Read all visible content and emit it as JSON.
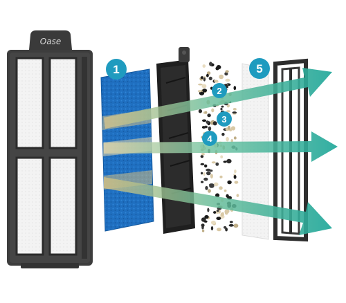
{
  "brand": {
    "logo_text": "Oase",
    "logo_color": "#3a3a3a"
  },
  "colors": {
    "frame": "#3d3d3d",
    "frame_dark": "#2b2b2b",
    "filter_pad": "#f1f1f1",
    "sponge": "#1e6fc0",
    "badge": "#1f9bbf",
    "flow_arrow": "#2aa897",
    "background": "#ffffff"
  },
  "badges": [
    {
      "label": "1"
    },
    {
      "label": "2"
    },
    {
      "label": "3"
    },
    {
      "label": "4"
    },
    {
      "label": "5"
    }
  ],
  "components": [
    {
      "name": "filter-cartridge-housing"
    },
    {
      "name": "blue-foam-sponge"
    },
    {
      "name": "black-media-cage"
    },
    {
      "name": "ceramic-bio-media"
    },
    {
      "name": "white-filter-pad"
    },
    {
      "name": "end-frame"
    }
  ],
  "flow_arrows": [
    {
      "name": "top-flow-arrow"
    },
    {
      "name": "middle-flow-arrow"
    },
    {
      "name": "bottom-flow-arrow"
    }
  ]
}
